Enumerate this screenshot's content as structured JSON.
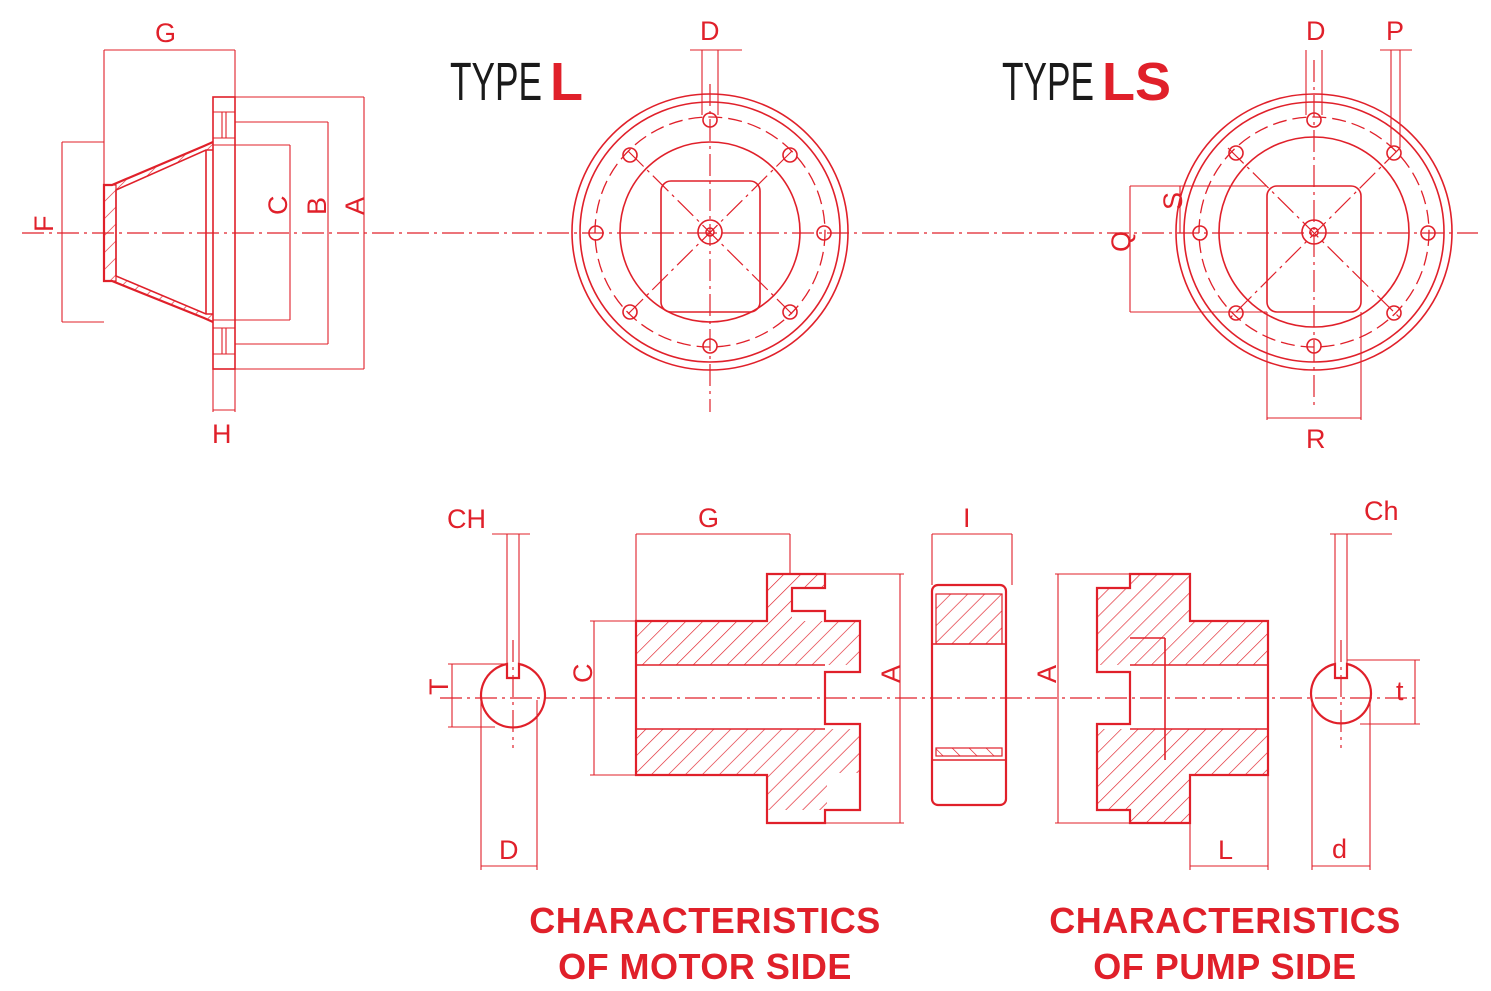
{
  "titles": {
    "type_prefix_1": "TYPE",
    "type_suffix_1": "L",
    "type_prefix_2": "TYPE",
    "type_suffix_2": "LS"
  },
  "dimensions": {
    "side_view": {
      "G": "G",
      "F": "F",
      "C": "C",
      "B": "B",
      "A": "A",
      "H": "H"
    },
    "type_l_front": {
      "D": "D"
    },
    "type_ls_front": {
      "D": "D",
      "P": "P",
      "S": "S",
      "Q": "Q",
      "R": "R"
    },
    "motor_side": {
      "CH": "CH",
      "T": "T",
      "D": "D",
      "G": "G",
      "C": "C",
      "A": "A"
    },
    "spider": {
      "I": "I"
    },
    "pump_side": {
      "A": "A",
      "L": "L",
      "Ch": "Ch",
      "t": "t",
      "d": "d"
    }
  },
  "captions": {
    "motor": {
      "line1": "CHARACTERISTICS",
      "line2": "OF MOTOR SIDE"
    },
    "pump": {
      "line1": "CHARACTERISTICS",
      "line2": "OF PUMP SIDE"
    }
  },
  "colors": {
    "accent": "#e0202a",
    "text_dark": "#1a1a1a",
    "background": "#ffffff"
  }
}
